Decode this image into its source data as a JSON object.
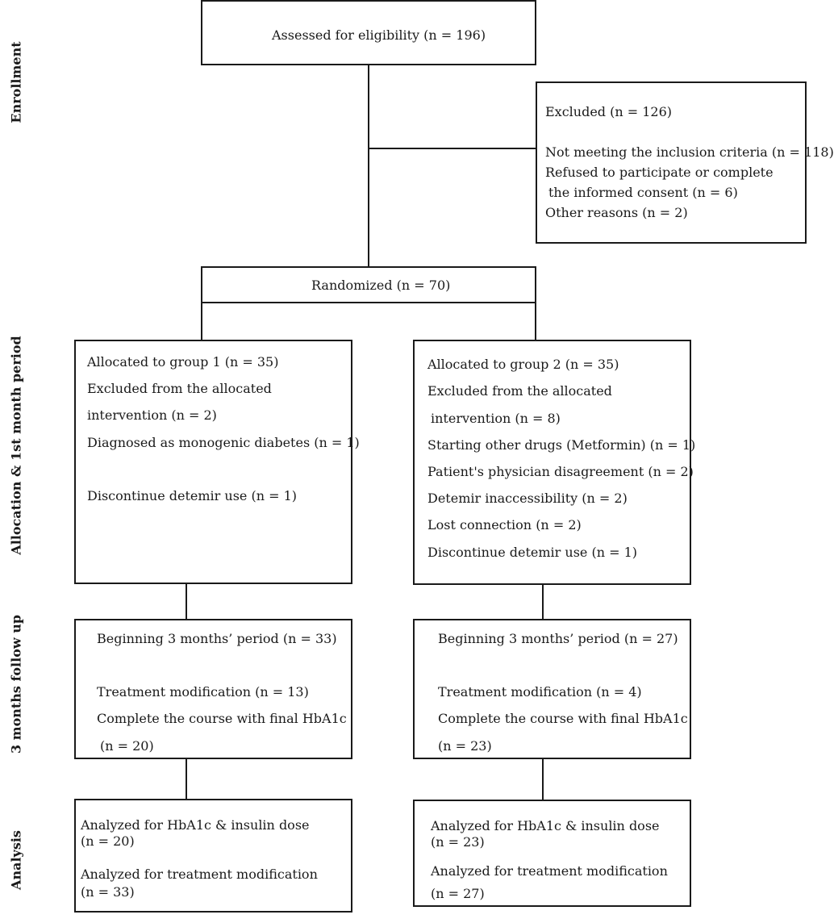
{
  "phases": {
    "enrollment": "Enrollment",
    "allocation": "Allocation & 1st month period",
    "followup": "3 months follow up",
    "analysis": "Analysis"
  },
  "assessed": "Assessed for eligibility (n = 196)",
  "excluded": {
    "title": "Excluded (n = 126)",
    "criteria": "Not meeting the inclusion criteria (n = 118)",
    "refused_line1": "Refused to participate or complete",
    "refused_line2": "the informed consent (n = 6)",
    "other": "Other reasons (n = 2)"
  },
  "randomized": "Randomized (n = 70)",
  "group1": {
    "allocation": {
      "allocated": "Allocated to group 1 (n = 35)",
      "excluded_line1": "Excluded from the allocated",
      "excluded_line2": "intervention (n = 2)",
      "monogenic": "Diagnosed as monogenic diabetes (n = 1)",
      "discontinue": "Discontinue detemir use (n = 1)"
    },
    "followup": {
      "beginning": "Beginning 3 months’ period (n = 33)",
      "modification": "Treatment modification (n = 13)",
      "complete_line1": "Complete the course with final HbA1c",
      "complete_line2": "(n = 20)"
    },
    "analysis": {
      "hba1c_line1": "Analyzed for HbA1c & insulin dose",
      "hba1c_line2": "(n = 20)",
      "treat_line1": "Analyzed for treatment modification",
      "treat_line2": "(n = 33)"
    }
  },
  "group2": {
    "allocation": {
      "allocated": "Allocated to group 2 (n = 35)",
      "excluded_line1": "Excluded from the allocated",
      "excluded_line2": "intervention (n = 8)",
      "metformin": "Starting other drugs (Metformin) (n = 1)",
      "physician": "Patient's physician disagreement (n = 2)",
      "inaccessibility": "Detemir inaccessibility (n = 2)",
      "lost": "Lost connection (n = 2)",
      "discontinue": "Discontinue detemir use (n = 1)"
    },
    "followup": {
      "beginning": "Beginning 3 months’ period (n = 27)",
      "modification": "Treatment modification (n = 4)",
      "complete_line1": "Complete the course with final HbA1c",
      "complete_line2": "(n = 23)"
    },
    "analysis": {
      "hba1c_line1": "Analyzed for HbA1c & insulin dose",
      "hba1c_line2": "(n = 23)",
      "treat_line1": "Analyzed for treatment modification",
      "treat_line2": "(n = 27)"
    }
  }
}
